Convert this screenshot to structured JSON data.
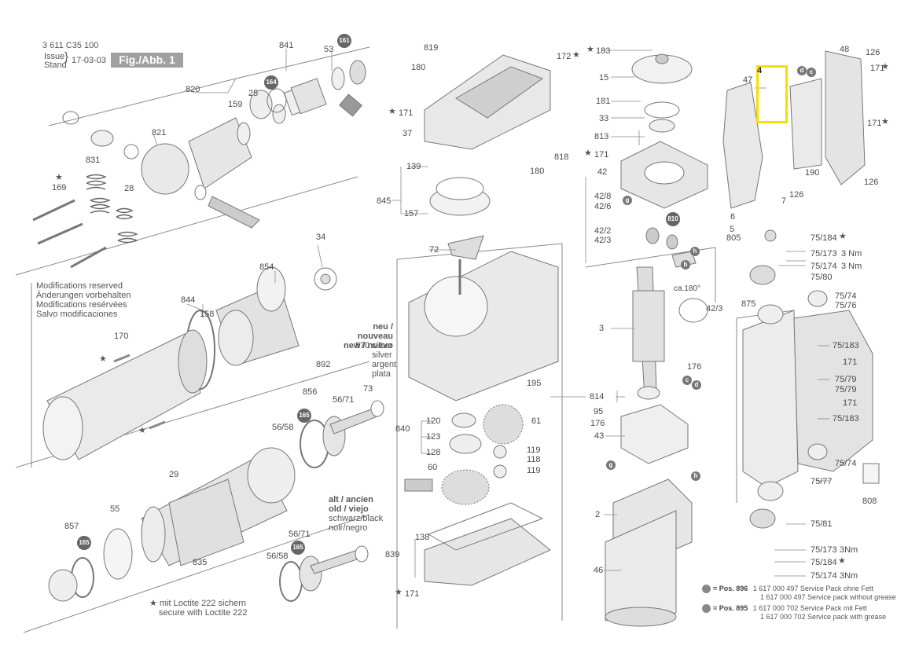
{
  "header": {
    "part_number": "3 611 C35 100",
    "issue_label": "Issue",
    "stand_label": "Stand",
    "date": "17-03-03",
    "figure": "Fig./Abb. 1"
  },
  "notes": {
    "modifications": [
      "Modifications reserved",
      "Änderungen vorbehalten",
      "Modifications resérvées",
      "Salvo modificaciones"
    ],
    "loctite": [
      "★ mit Loctite 222 sichern",
      "secure with Loctite 222"
    ],
    "new_version": [
      "neu / nouveau",
      "new / nuevo"
    ],
    "new_color": [
      "silber",
      "silver",
      "argent",
      "plata"
    ],
    "old_version": [
      "alt / ancien",
      "old / viejo"
    ],
    "old_color": [
      "schwarz/black",
      "noir/negro"
    ]
  },
  "legend": [
    {
      "pos": "= Pos. 896",
      "line1": "1 617 000 497 Service Pack ohne Fett",
      "line2": "1 617 000 497 Service pack without grease"
    },
    {
      "pos": "= Pos. 895",
      "line1": "1 617 000 702 Service Pack mit Fett",
      "line2": "1 617 000 702 Service pack with grease"
    }
  ],
  "labels": {
    "p841": "841",
    "p53": "53",
    "p161": "161",
    "p820": "820",
    "p159": "159",
    "p25": "25",
    "p164": "164",
    "p821": "821",
    "p831": "831",
    "p28": "28",
    "p169": "169",
    "p34": "34",
    "p854": "854",
    "p844": "844",
    "p158": "158",
    "p170": "170",
    "p892": "892",
    "p856": "856",
    "p73": "73",
    "p56_71a": "56/71",
    "p56_58a": "56/58",
    "p165a": "165",
    "p29": "29",
    "p55": "55",
    "p857": "857",
    "p165b": "165",
    "p835": "835",
    "p56_71b": "56/71",
    "p56_58b": "56/58",
    "p165c": "165",
    "p870": "870",
    "p819": "819",
    "p180a": "180",
    "p172": "172",
    "p171a": "171",
    "p37": "37",
    "p818": "818",
    "p180b": "180",
    "p139": "139",
    "p845": "845",
    "p157": "157",
    "p72": "72",
    "p195": "195",
    "p840": "840",
    "p120": "120",
    "p123": "123",
    "p128": "128",
    "p61": "61",
    "p119a": "119",
    "p118": "118",
    "p119b": "119",
    "p60": "60",
    "p138": "138",
    "p839": "839",
    "p171b": "171",
    "p183": "183",
    "p15": "15",
    "p181": "181",
    "p33": "33",
    "p813": "813",
    "p171c": "171",
    "p42": "42",
    "p42_8": "42/8",
    "p42_6": "42/6",
    "p42_2": "42/2",
    "p42_3a": "42/3",
    "p810": "810",
    "ca180": "ca.180°",
    "p42_3b": "42/3",
    "p3": "3",
    "p176a": "176",
    "p814": "814",
    "p95": "95",
    "p176b": "176",
    "p43": "43",
    "p2": "2",
    "p46": "46",
    "p4": "4",
    "p47": "47",
    "p48": "48",
    "p126a": "126",
    "p171d": "171",
    "p171e": "171",
    "p190": "190",
    "p126b": "126",
    "p126c": "126",
    "p6": "6",
    "p7": "7",
    "p5": "5",
    "p805": "805",
    "p75_184a": "75/184",
    "p75_173a": "75/173",
    "nm3a": "3 Nm",
    "p75_174a": "75/174",
    "nm3b": "3 Nm",
    "p75_80": "75/80",
    "p875": "875",
    "p75_74a": "75/74",
    "p75_76": "75/76",
    "p75_183a": "75/183",
    "p171f": "171",
    "p75_79a": "75/79",
    "p75_79b": "75/79",
    "p171g": "171",
    "p75_183b": "75/183",
    "p75_74b": "75/74",
    "p75_77": "75/77",
    "p808": "808",
    "p75_81": "75/81",
    "p75_173b": "75/173",
    "nm3c": "3Nm",
    "p75_184b": "75/184",
    "p75_174b": "75/174",
    "nm3d": "3Nm",
    "b_d1": "d",
    "b_c1": "c",
    "b_g1": "g",
    "b_b1": "b",
    "b_c2": "c",
    "b_d2": "d",
    "b_g2": "g",
    "b_h2": "h",
    "b_h1": "h"
  },
  "stars": "★"
}
